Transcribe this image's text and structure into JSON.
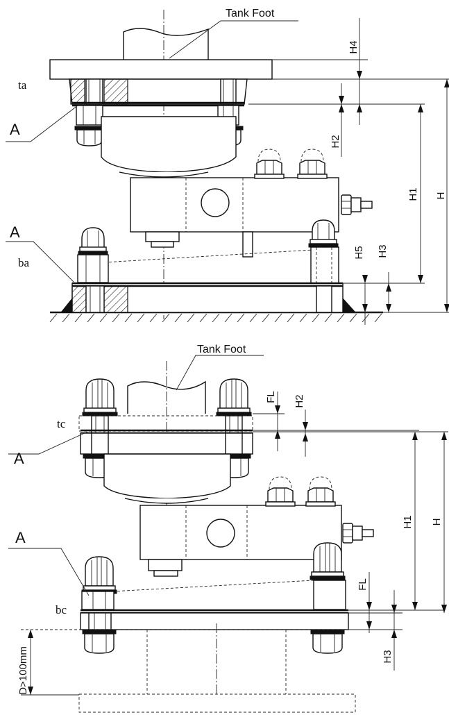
{
  "top_figure": {
    "title": "Tank Foot",
    "marks": {
      "ta": "ta",
      "ba": "ba",
      "a_top": "A",
      "a_bottom": "A"
    },
    "dimensions": {
      "h4": "H4",
      "h2": "H2",
      "h1": "H1",
      "h": "H",
      "h5": "H5",
      "h3": "H3"
    }
  },
  "bottom_figure": {
    "title": "Tank Foot",
    "marks": {
      "tc": "tc",
      "bc": "bc",
      "a_top": "A",
      "a_bottom": "A"
    },
    "dimensions": {
      "fl_top": "FL",
      "h2": "H2",
      "h1": "H1",
      "h": "H",
      "fl_bottom": "FL",
      "h3": "H3",
      "d": "D>100mm"
    }
  }
}
